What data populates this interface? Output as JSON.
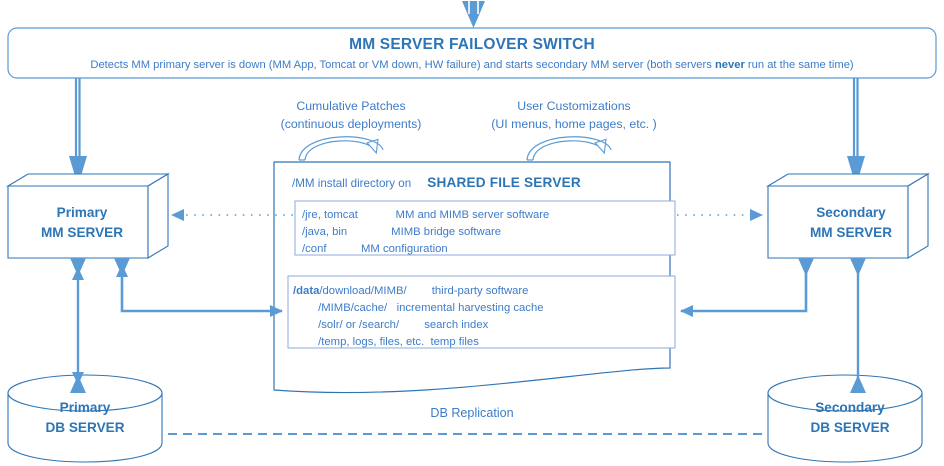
{
  "diagram": {
    "title": "MM Server Failover Switch Architecture",
    "accent": "#3d7cc9",
    "accent_dark": "#2e75b6",
    "line": "#5b9bd5"
  },
  "failover": {
    "title": "MM SERVER FAILOVER SWITCH",
    "desc_before": "Detects MM primary server is down (MM App, Tomcat or VM down, HW failure) and starts secondary MM server (both servers ",
    "desc_bold": "never",
    "desc_after": " run at the same time)"
  },
  "captions": {
    "patches_line1": "Cumulative Patches",
    "patches_line2": "(continuous deployments)",
    "custom_line1": "User Customizations",
    "custom_line2": "(UI menus, home pages, etc. )"
  },
  "shared_file_server": {
    "prefix": "/MM install directory on",
    "heading": "SHARED FILE SERVER",
    "install_rows": [
      {
        "path": "/jre, tomcat",
        "desc": "MM and MIMB server software"
      },
      {
        "path": "/java, bin",
        "desc": "MIMB bridge software"
      },
      {
        "path": "/conf",
        "desc": "MM configuration"
      }
    ],
    "install_text": "/jre, tomcat            MM and MIMB server software\n/java, bin              MIMB bridge software\n/conf           MM configuration",
    "data_rows": [
      {
        "path": "/data/download/MIMB/",
        "desc": "third-party software"
      },
      {
        "path": "/MIMB/cache/",
        "desc": "incremental harvesting cache"
      },
      {
        "path": "/solr/ or /search/",
        "desc": "search index"
      },
      {
        "path": "/temp, logs, files, etc.",
        "desc": "temp files"
      }
    ],
    "data_bold_prefix": "/data",
    "data_text_rest": "/download/MIMB/        third-party software\n        /MIMB/cache/   incremental harvesting cache\n        /solr/ or /search/        search index\n        /temp, logs, files, etc.  temp files"
  },
  "nodes": {
    "primary_mm": {
      "line1": "Primary",
      "line2": "MM SERVER"
    },
    "secondary_mm": {
      "line1": "Secondary",
      "line2": "MM SERVER"
    },
    "primary_db": {
      "line1": "Primary",
      "line2": "DB SERVER"
    },
    "secondary_db": {
      "line1": "Secondary",
      "line2": "DB SERVER"
    }
  },
  "connections": {
    "db_replication": "DB Replication"
  }
}
